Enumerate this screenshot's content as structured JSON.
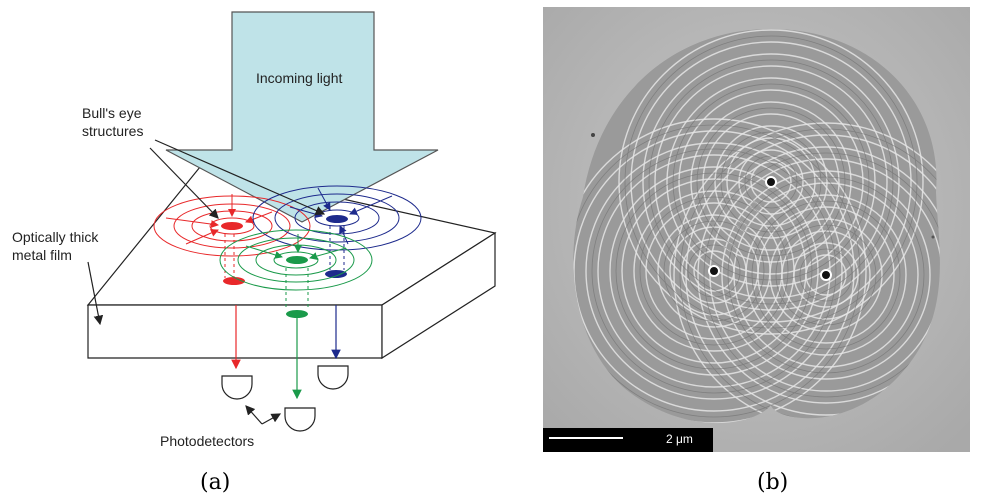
{
  "panel_a": {
    "incoming_light": "Incoming light",
    "bulls_eye_line1": "Bull's eye",
    "bulls_eye_line2": "structures",
    "metal_film_line1": "Optically thick",
    "metal_film_line2": "metal film",
    "photodetectors": "Photodetectors",
    "caption": "(a)",
    "colors": {
      "arrow_fill": "#bfe3e8",
      "red": "#e8282a",
      "green": "#1a9a4a",
      "blue": "#1d2a8c"
    }
  },
  "panel_b": {
    "scale_bar_label": "2 μm",
    "caption": "(b)"
  }
}
